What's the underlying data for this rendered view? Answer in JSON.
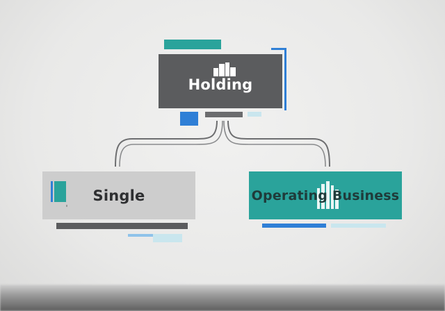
{
  "diagram": {
    "nodes": {
      "holding": {
        "label": "Holding"
      },
      "single": {
        "label": "Single"
      },
      "operating": {
        "label": "Operating Business"
      }
    },
    "edges": [
      {
        "from": "holding",
        "to": "single"
      },
      {
        "from": "holding",
        "to": "operating"
      }
    ]
  },
  "colors": {
    "teal": "#2aa39b",
    "blue": "#2f7fd6",
    "dark_gray": "#5b5c5e",
    "light_gray": "#cdcdcd",
    "pale_blue": "#c9e6ee",
    "line": "#6d6e70"
  },
  "icons": [
    "buildings-icon",
    "chart-icon",
    "city-icon"
  ]
}
